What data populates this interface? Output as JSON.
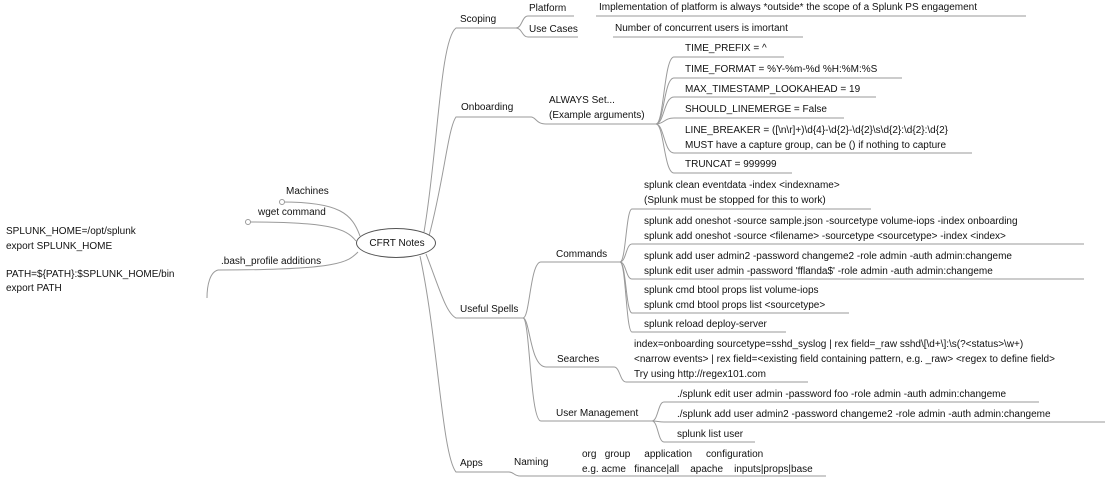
{
  "central": "CFRT Notes",
  "left": {
    "machines": "Machines",
    "wget": "wget command",
    "bash": ".bash_profile additions",
    "bash_note_1": "SPLUNK_HOME=/opt/splunk",
    "bash_note_2": "export SPLUNK_HOME",
    "bash_note_3": "PATH=${PATH}:$SPLUNK_HOME/bin",
    "bash_note_4": "export PATH"
  },
  "scoping": {
    "label": "Scoping",
    "platform": "Platform",
    "platform_note": "Implementation of platform is always *outside* the scope of a Splunk PS engagement",
    "use_cases": "Use Cases",
    "use_cases_note": "Number of concurrent users is imortant"
  },
  "onboarding": {
    "label": "Onboarding",
    "always_1": "ALWAYS Set...",
    "always_2": "(Example arguments)",
    "items": [
      "TIME_PREFIX = ^",
      "TIME_FORMAT = %Y-%m-%d %H:%M:%S",
      "MAX_TIMESTAMP_LOOKAHEAD = 19",
      "SHOULD_LINEMERGE = False",
      "LINE_BREAKER = ([\\n\\r]+)\\d{4}-\\d{2}-\\d{2}\\s\\d{2}:\\d{2}:\\d{2}",
      "MUST have a capture group, can be () if nothing to capture",
      "TRUNCAT = 999999"
    ]
  },
  "useful": {
    "label": "Useful Spells",
    "commands": {
      "label": "Commands",
      "items": [
        "splunk clean eventdata -index <indexname>",
        "(Splunk must be stopped for this to work)",
        "splunk add oneshot -source sample.json -sourcetype volume-iops -index onboarding",
        "splunk add oneshot -source <filename> -sourcetype <sourcetype> -index <index>",
        "splunk add user admin2 -password changeme2 -role admin -auth admin:changeme",
        "splunk edit user admin -password 'fflanda$' -role admin -auth admin:changeme",
        "splunk cmd btool props list volume-iops",
        "splunk cmd btool props list <sourcetype>",
        "splunk reload deploy-server"
      ]
    },
    "searches": {
      "label": "Searches",
      "items": [
        "index=onboarding sourcetype=sshd_syslog | rex field=_raw sshd\\[\\d+\\]:\\s(?<status>\\w+)",
        "<narrow events> | rex field=<existing field containing pattern, e.g. _raw> <regex to define field>",
        "Try using http://regex101.com"
      ]
    },
    "user_mgmt": {
      "label": "User Management",
      "items": [
        "./splunk edit user admin -password foo -role admin -auth admin:changeme",
        "./splunk add user admin2 -password changeme2 -role admin -auth admin:changeme",
        "splunk list user"
      ]
    }
  },
  "apps": {
    "label": "Apps",
    "naming": "Naming",
    "naming_1": "org   group     application     configuration",
    "naming_2": "e.g. acme   finance|all    apache    inputs|props|base"
  }
}
